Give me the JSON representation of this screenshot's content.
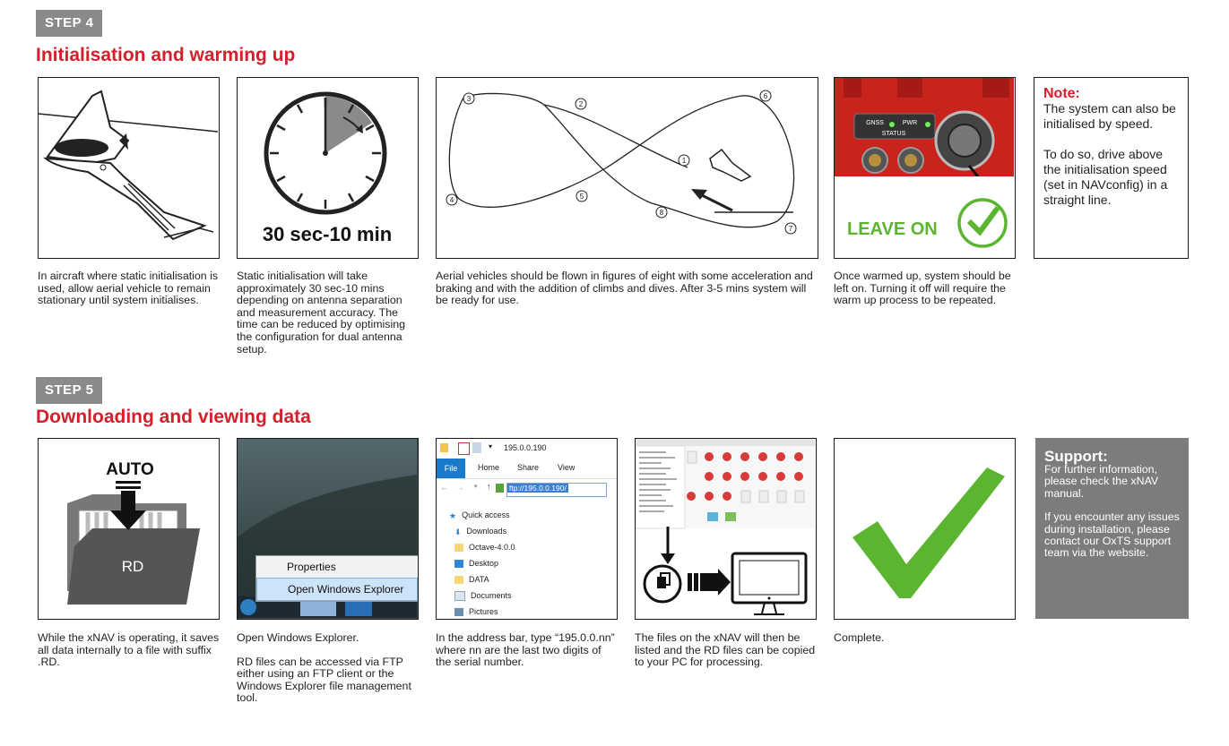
{
  "step4": {
    "badge": "STEP 4",
    "title": "Initialisation and warming up",
    "timer_label": "30 sec-10 min",
    "leave_on_label": "LEAVE ON",
    "status_labels": {
      "gnss": "GNSS",
      "pwr": "PWR",
      "status": "STATUS"
    },
    "figure8_markers": [
      "1",
      "2",
      "3",
      "4",
      "5",
      "6",
      "7",
      "8"
    ],
    "captions": [
      "In aircraft where static initialisation is used, allow aerial vehicle to remain stationary until system initialises.",
      "Static initialisation will take approximately 30 sec-10 mins depending on antenna separation and measurement accuracy. The time can be reduced by optimising the configuration for dual antenna setup.",
      "Aerial vehicles should be flown in figures of eight with some acceleration and braking and with the addition of climbs and dives. After 3-5 mins system will be ready for use.",
      "Once warmed up, system should be left on. Turning it off will require the warm up process to be repeated."
    ],
    "note": {
      "heading": "Note:",
      "p1": "The system can also be initialised by speed.",
      "p2": "To do so, drive above the initialisation speed (set in NAVconfig) in a straight line."
    }
  },
  "step5": {
    "badge": "STEP 5",
    "title": "Downloading and viewing data",
    "auto_label": "AUTO",
    "rd_label": "RD",
    "context_menu": [
      "Properties",
      "Open Windows Explorer"
    ],
    "explorer": {
      "window_title": "195.0.0.190",
      "tabs": [
        "File",
        "Home",
        "Share",
        "View"
      ],
      "address": "ftp://195.0.0.190/",
      "nav_items": [
        "Quick access",
        "Downloads",
        "Octave-4.0.0",
        "Desktop",
        "DATA",
        "Documents",
        "Pictures"
      ]
    },
    "captions": {
      "c1": "While the xNAV is operating, it saves all data internally to a file with suffix .RD.",
      "c2a": "Open Windows Explorer.",
      "c2b": "RD files can be accessed via FTP either using an FTP client or the Windows Explorer file management tool.",
      "c3": "In the address bar, type “195.0.0.nn” where nn are the last two digits of the serial number.",
      "c4": "The files on the xNAV will then be listed and the RD files can be copied to your PC for processing.",
      "c5": "Complete."
    },
    "support": {
      "heading": "Support:",
      "p1": "For further information, please check the xNAV manual.",
      "p2": "If you encounter any issues during installation, please contact our OxTS support team via the website."
    }
  },
  "colors": {
    "accent_red": "#d4202a",
    "badge_grey": "#8a8a8a",
    "check_green": "#5cb531",
    "device_red": "#c8231c"
  }
}
